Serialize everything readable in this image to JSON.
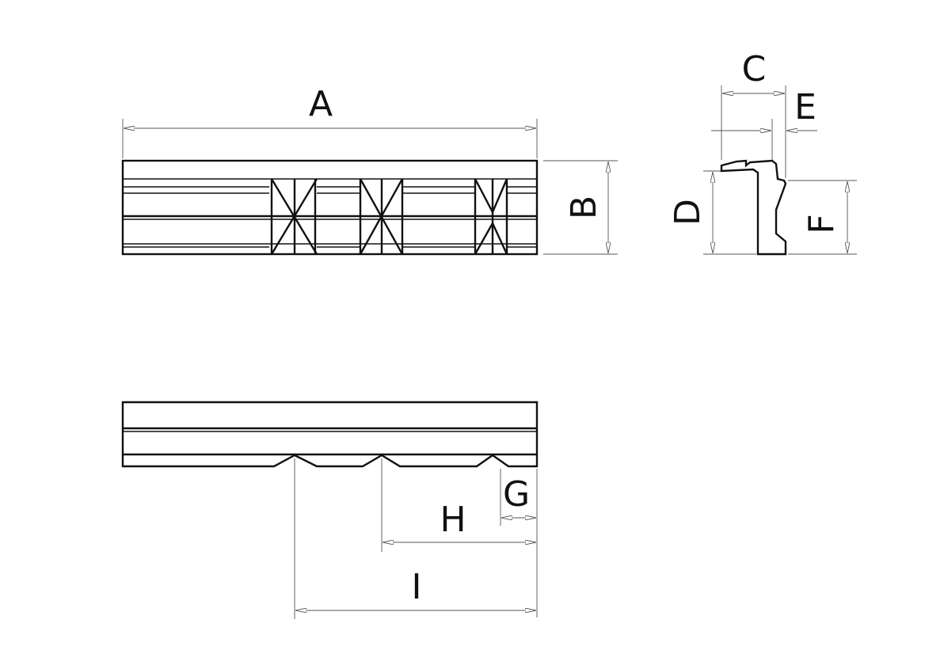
{
  "colors": {
    "line": "#111111",
    "dimension": "#555555",
    "background": "#ffffff"
  },
  "labels": {
    "A": "A",
    "B": "B",
    "C": "C",
    "D": "D",
    "E": "E",
    "F": "F",
    "G": "G",
    "H": "H",
    "I": "I"
  }
}
